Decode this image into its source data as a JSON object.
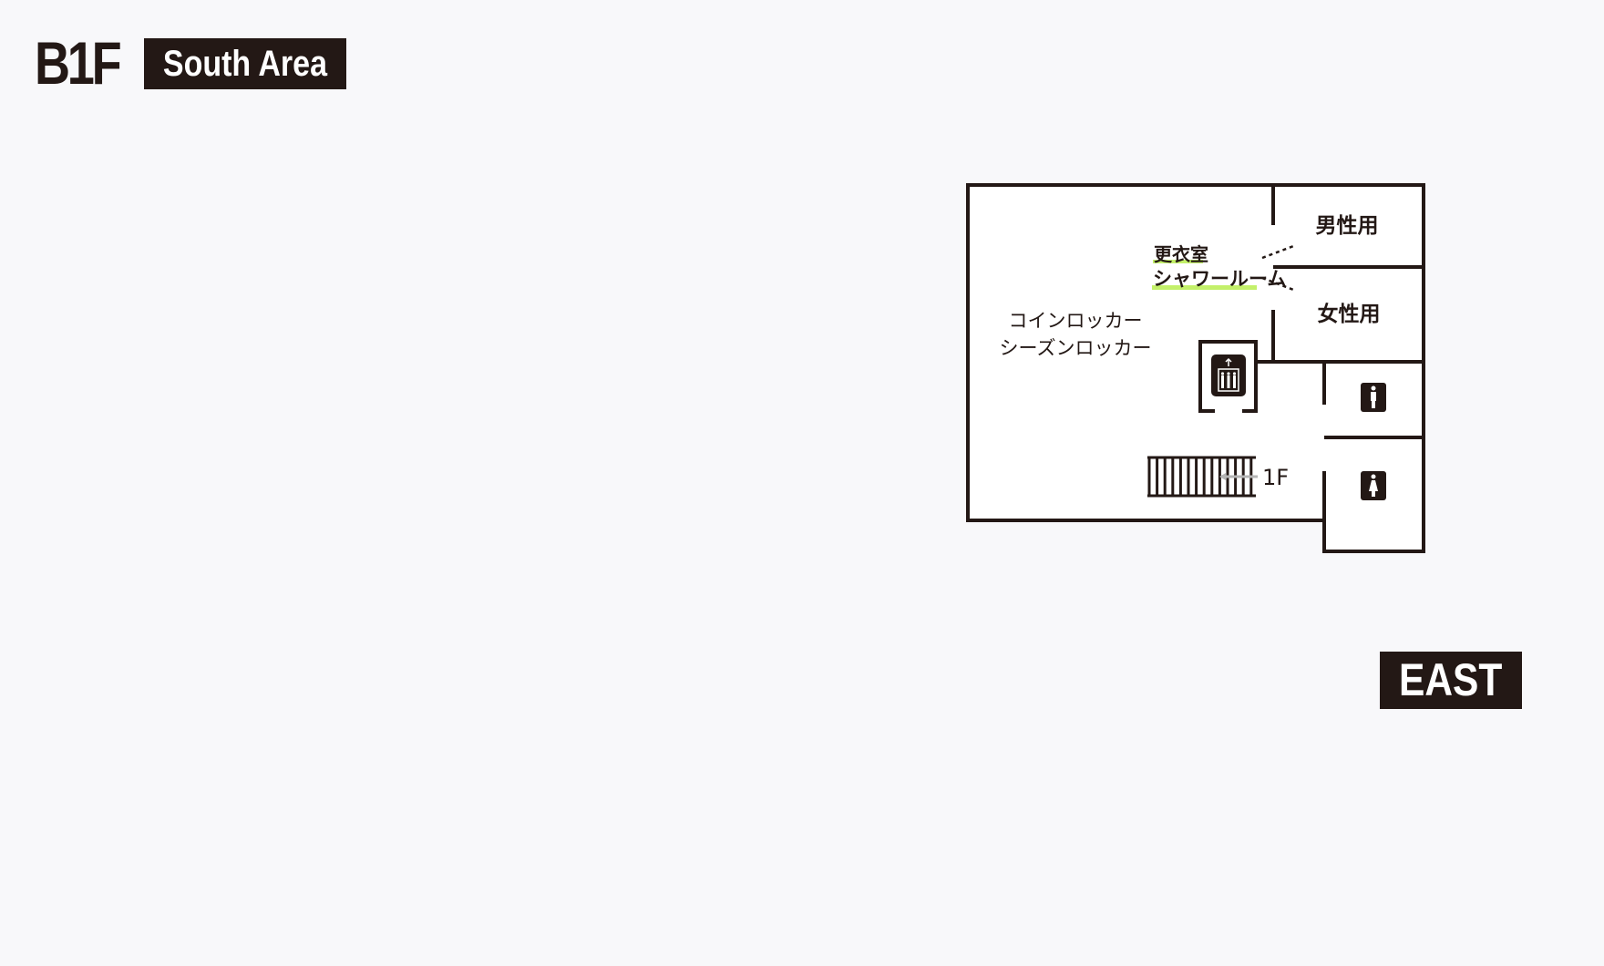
{
  "header": {
    "floor": "B1F",
    "area": "South Area"
  },
  "direction": "EAST",
  "rooms": {
    "changing_room": "更衣室",
    "shower_room": "シャワールーム",
    "mens": "男性用",
    "womens": "女性用",
    "locker_line1": "コインロッカー",
    "locker_line2": "シーズンロッカー",
    "stairs_to": "1F"
  },
  "icons": {
    "elevator": "elevator-icon",
    "mens_toilet": "mens-toilet-icon",
    "womens_toilet": "womens-toilet-icon",
    "stairs": "stairs-icon"
  },
  "colors": {
    "ink": "#231815",
    "highlight": "#c3f06a",
    "arrow": "#b5b5b5",
    "background": "#f8f8fa"
  }
}
